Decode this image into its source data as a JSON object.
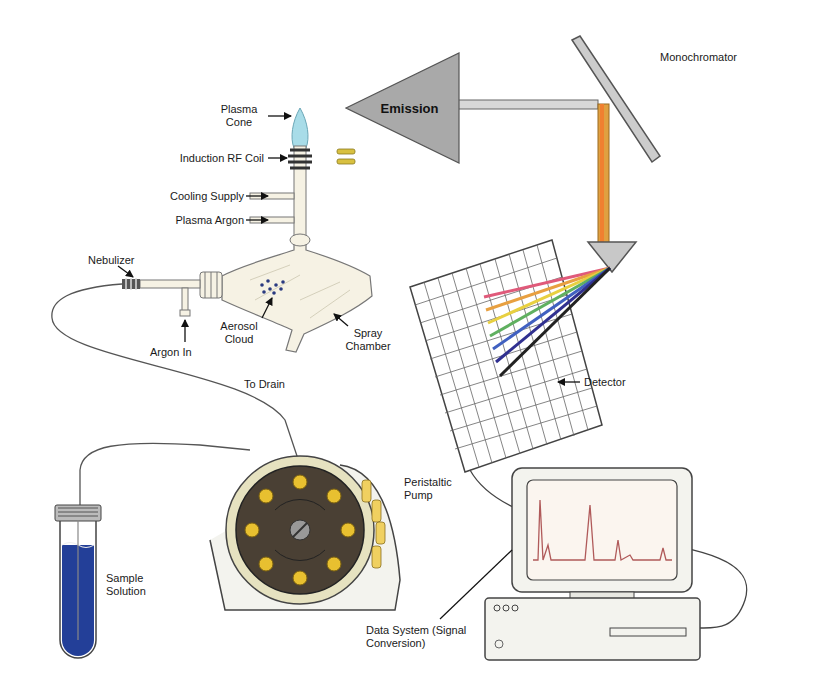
{
  "diagram": {
    "nodes": [
      {
        "text": [
          "Emission"
        ]
      }
    ],
    "labels": [
      "Plasma Cone",
      "Induction RF Coil",
      "Cooling Supply",
      "Plasma Argon",
      "Nebulizer",
      "Argon In",
      "Aerosol Cloud",
      "Spray Chamber",
      "To Drain",
      "Monochromator",
      "Detector",
      "Peristaltic Pump",
      "Sample Solution",
      "Data System (Signal Conversion)"
    ]
  }
}
